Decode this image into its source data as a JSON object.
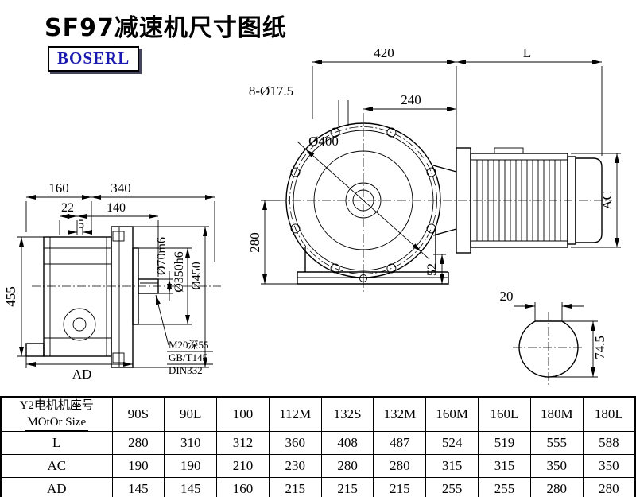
{
  "title": "SF97减速机尺寸图纸",
  "logo_text": "BOSERL",
  "dims": {
    "d420": "420",
    "dL": "L",
    "holes": "8-Ø17.5",
    "d240": "240",
    "d400": "Ø400",
    "d280": "280",
    "ac": "AC",
    "d52": "52",
    "d160": "160",
    "d340": "340",
    "d22": "22",
    "d140": "140",
    "d5": "5",
    "d70": "Ø70m6",
    "d350": "Ø350h6",
    "d450": "Ø450",
    "d455": "455",
    "ad": "AD",
    "note1": "M20深55",
    "note2": "GB/T145",
    "note3": "DIN332",
    "key_w": "20",
    "key_h": "74.5"
  },
  "table": {
    "header_cn": "Y2电机机座号",
    "header_en": "MOtOr Size",
    "columns": [
      "90S",
      "90L",
      "100",
      "112M",
      "132S",
      "132M",
      "160M",
      "160L",
      "180M",
      "180L"
    ],
    "rows": [
      {
        "label": "L",
        "values": [
          "280",
          "310",
          "312",
          "360",
          "408",
          "487",
          "524",
          "519",
          "555",
          "588"
        ]
      },
      {
        "label": "AC",
        "values": [
          "190",
          "190",
          "210",
          "230",
          "280",
          "280",
          "315",
          "315",
          "350",
          "350"
        ]
      },
      {
        "label": "AD",
        "values": [
          "145",
          "145",
          "160",
          "215",
          "215",
          "215",
          "255",
          "255",
          "280",
          "280"
        ]
      }
    ]
  }
}
